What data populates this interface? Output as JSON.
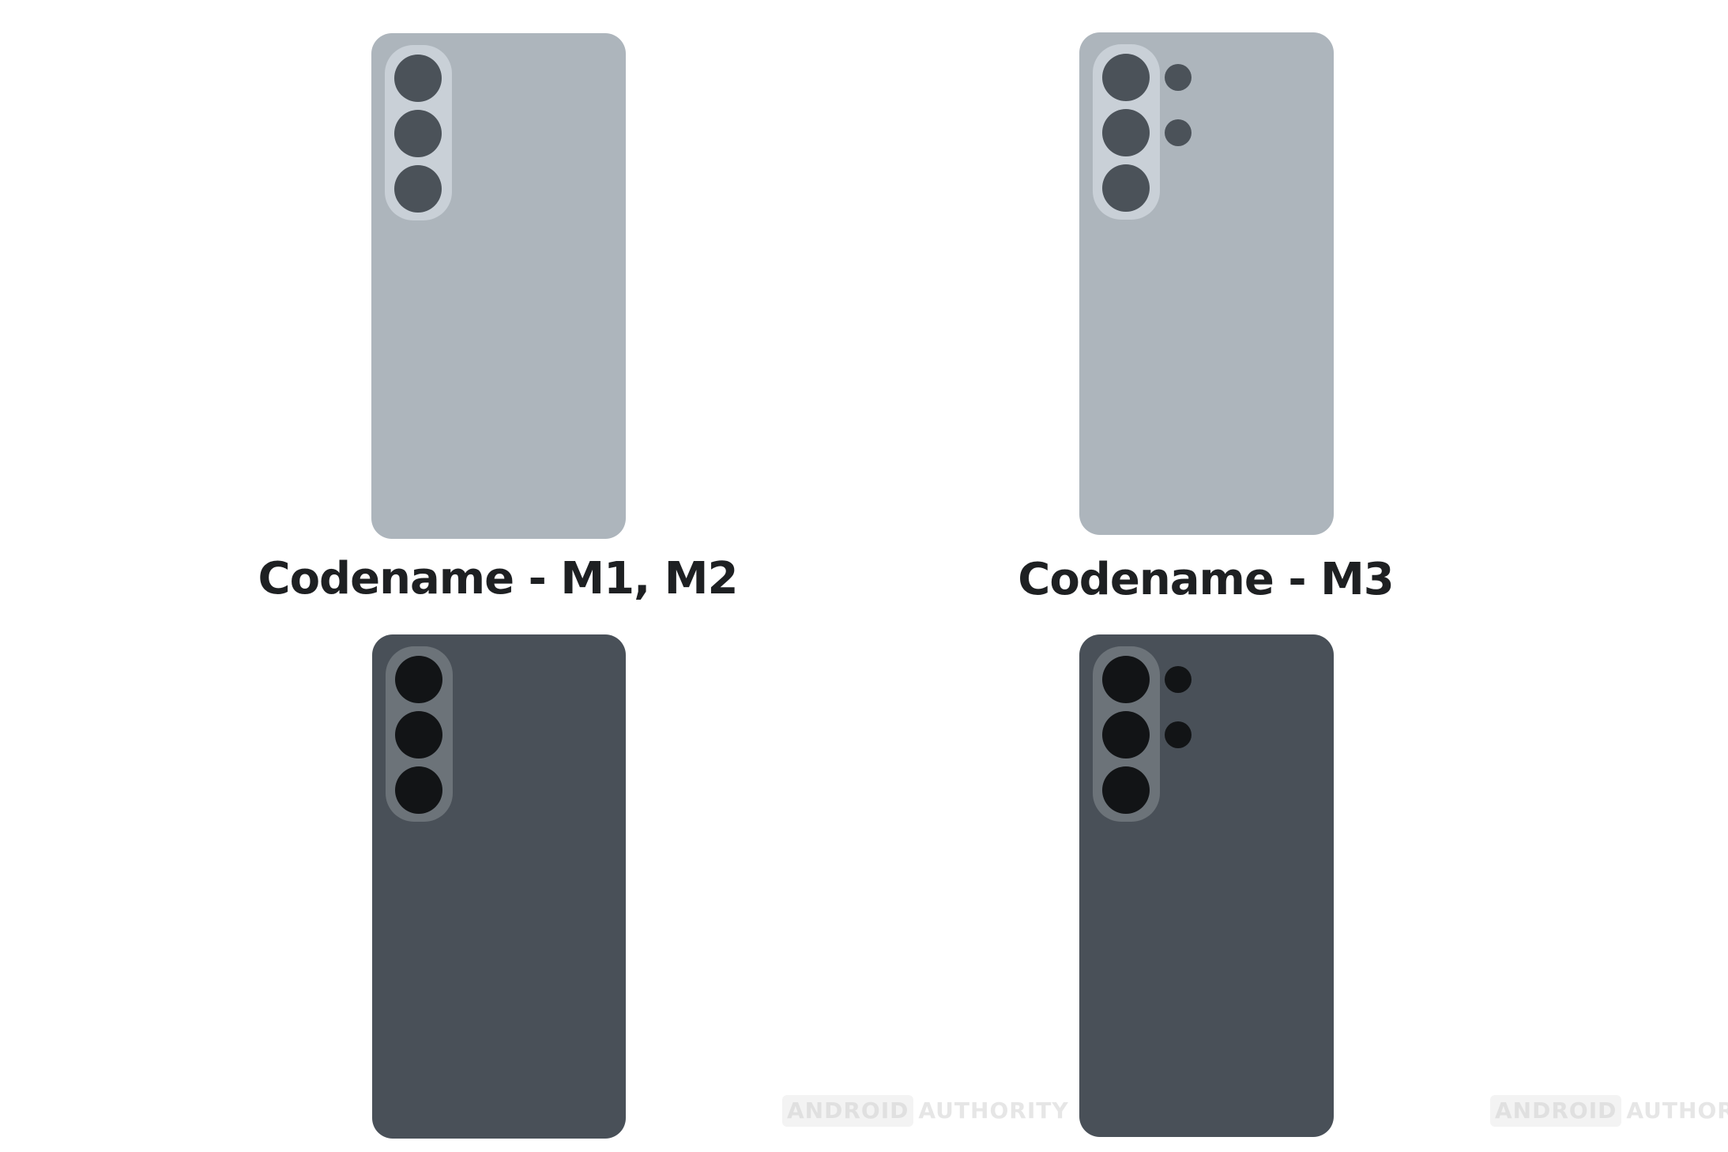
{
  "captions": {
    "left": "Codename - M1, M2",
    "right": "Codename - M3"
  },
  "watermark": {
    "part1": "ANDROID",
    "part2": "AUTHORITY"
  },
  "colors": {
    "light_body": "#adb5bc",
    "light_module": "#c9d0d7",
    "light_lens": "#4b5259",
    "dark_body": "#495058",
    "dark_module": "#6c7379",
    "dark_lens": "#121416",
    "caption_text": "#1e2022"
  }
}
